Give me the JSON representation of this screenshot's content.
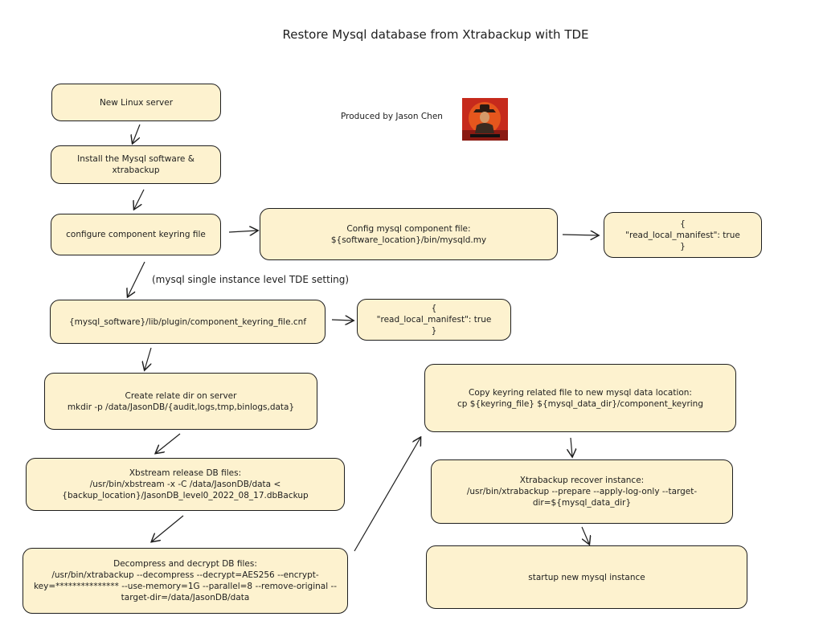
{
  "title": "Restore Mysql database from Xtrabackup with TDE",
  "credit": "Produced by Jason Chen",
  "side_note": "(mysql single instance level TDE setting)",
  "nodes": {
    "new_server": "New Linux server",
    "install": "Install the Mysql software &\nxtrabackup",
    "configure": "configure component keyring file",
    "config_file": "Config mysql component file:\n${software_location}/bin/mysqld.my",
    "manifest_1": "{\n\"read_local_manifest\": true\n}",
    "cnf_path": "{mysql_software}/lib/plugin/component_keyring_file.cnf",
    "manifest_2": "{\n\"read_local_manifest\": true\n}",
    "create_dir": "Create relate dir on server\nmkdir -p /data/JasonDB/{audit,logs,tmp,binlogs,data}",
    "xbstream": "Xbstream release DB files:\n/usr/bin/xbstream -x -C /data/JasonDB/data <\n{backup_location}/JasonDB_level0_2022_08_17.dbBackup",
    "decompress": "Decompress and decrypt DB files:\n/usr/bin/xtrabackup --decompress --decrypt=AES256  --encrypt-\nkey=*************** --use-memory=1G --parallel=8 --remove-original --\ntarget-dir=/data/JasonDB/data",
    "copy_keyring": "Copy keyring related file to new mysql data location:\ncp ${keyring_file}  ${mysql_data_dir}/component_keyring",
    "recover": "Xtrabackup recover instance:\n/usr/bin/xtrabackup --prepare --apply-log-only --target-\ndir=${mysql_data_dir}",
    "startup": "startup new mysql instance"
  },
  "colors": {
    "node_fill": "#fdf2cf",
    "stroke": "#1e1e1e"
  }
}
